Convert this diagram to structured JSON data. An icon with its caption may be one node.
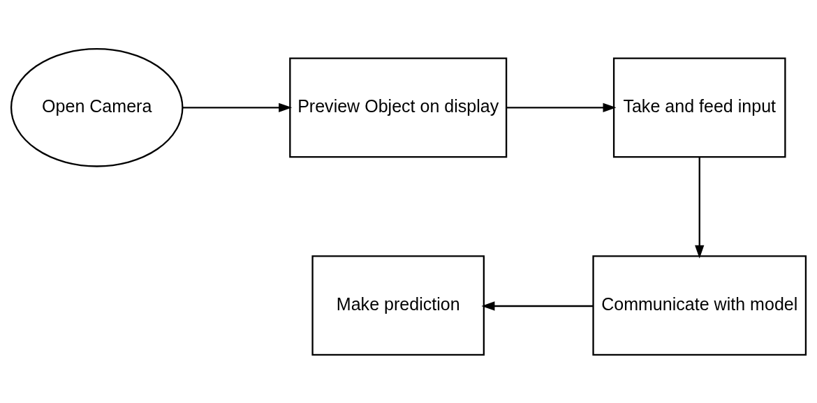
{
  "diagram": {
    "nodes": [
      {
        "text": [
          "Open Camera"
        ]
      },
      {
        "text": [
          "Preview Object on display"
        ]
      },
      {
        "text": [
          "Take and feed input"
        ]
      },
      {
        "text": [
          "Communicate with model"
        ]
      },
      {
        "text": [
          "Make prediction"
        ]
      }
    ],
    "edges": [
      {
        "from": 0,
        "to": 1,
        "arrow": "to"
      },
      {
        "from": 1,
        "to": 2,
        "arrow": "to"
      },
      {
        "from": 2,
        "to": 3,
        "arrow": "to"
      },
      {
        "from": 3,
        "to": 4,
        "arrow": "to"
      }
    ]
  }
}
